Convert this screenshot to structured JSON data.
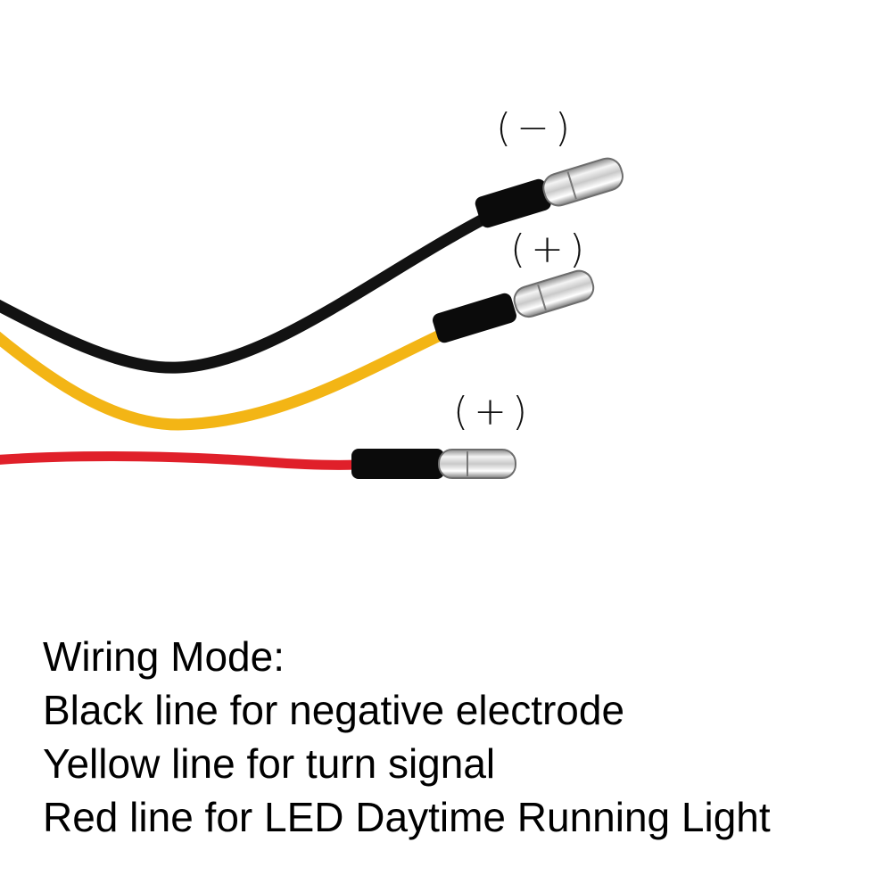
{
  "diagram": {
    "wires": [
      {
        "name": "black",
        "color": "#121212",
        "polarity": "(−)"
      },
      {
        "name": "yellow",
        "color": "#f3b515",
        "polarity": "(+)"
      },
      {
        "name": "red",
        "color": "#e0202a",
        "polarity": "(+)"
      }
    ],
    "sleeve_color": "#0b0b0b",
    "terminal_color": "#d9d9d9"
  },
  "text": {
    "title": "Wiring Mode:",
    "line1": "Black line for negative electrode",
    "line2": "Yellow line for turn signal",
    "line3": "Red line for LED Daytime Running Light"
  }
}
